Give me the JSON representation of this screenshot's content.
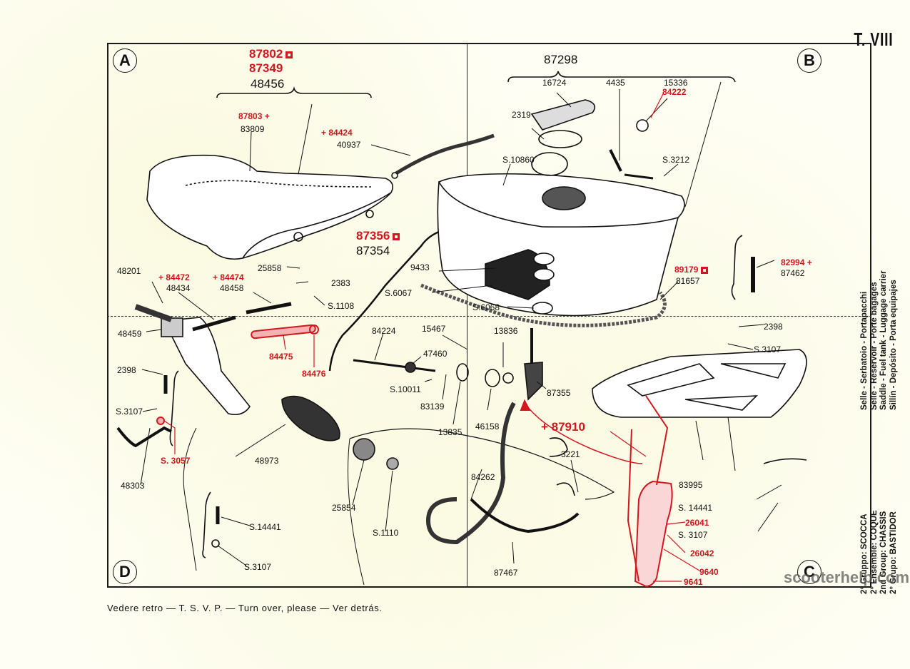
{
  "plate": {
    "title": "T. VIII",
    "footer_note": "Vedere retro — T. S. V. P. — Turn over, please — Ver detrás.",
    "watermark": "scooterhelp.com",
    "group_lines": [
      "2° Gruppo: SCOCCA",
      "2° Ensemble: COQUE",
      "2nd Group: CHASSIS",
      "2° Grupo: BASTIDOR"
    ],
    "section_lines": [
      "Selle - Serbatoio - Portapacchi",
      "Selle - Réservoir - Porte bagages",
      "Saddle - Fuel tank - Luggage carrier",
      "Sillín - Depósito - Porta equipajes"
    ]
  },
  "quadrants": {
    "a": "A",
    "b": "B",
    "c": "C",
    "d": "D"
  },
  "colors": {
    "ink": "#111111",
    "red": "#d4161e",
    "paper": "#fefef4"
  },
  "legend_markers": {
    "square": "red-square-marker",
    "plus": "+"
  },
  "parts": {
    "saddle_group": {
      "red1": "87802",
      "red2": "87349",
      "main": "48456"
    },
    "saddle_cover": {
      "red": "87803 +",
      "main": "83809"
    },
    "saddle_strap": {
      "red": "+ 84424",
      "main": "40937"
    },
    "tank_group": {
      "red": "87356",
      "main": "87354"
    },
    "cap_group": "87298",
    "p16724": "16724",
    "p4435": "4435",
    "p15336": "15336",
    "p84222": "84222",
    "p2319": "2319",
    "s10860": "S.10860",
    "s3212": "S.3212",
    "p9433": "9433",
    "s6067": "S.6067",
    "s6068": "S.6068",
    "p81657": {
      "red": "89179",
      "main": "81657"
    },
    "p87462": {
      "red": "82994 +",
      "main": "87462"
    },
    "p48201": "48201",
    "p48434": {
      "red": "+ 84472",
      "main": "48434"
    },
    "p48458": {
      "red": "+ 84474",
      "main": "48458"
    },
    "p25858": "25858",
    "p2383": "2383",
    "s1108": "S.1108",
    "p48459": "48459",
    "p84475": "84475",
    "p84476": "84476",
    "p84224": "84224",
    "p15467": "15467",
    "p47460": "47460",
    "p13836": "13836",
    "s10011": "S.10011",
    "p83139": "83139",
    "p13835": "13835",
    "p46158": "46158",
    "p87355": "87355",
    "p87910": "+ 87910",
    "p2398a": "2398",
    "s3107a": "S.3107",
    "s3057": "S. 3057",
    "p48303": "48303",
    "p48973": "48973",
    "p25854": "25854",
    "s1110": "S.1110",
    "p84262": "84262",
    "p3221": "3221",
    "p87467": "87467",
    "s14441a": "S.14441",
    "s3107b": "S.3107",
    "p2398b": "2398",
    "s3107c": "S.3107",
    "p83995": "83995",
    "s14441b": "S. 14441",
    "s3107d": "S. 3107",
    "p26041": "26041",
    "p26042": "26042",
    "p9640": "9640",
    "p9641": "9641"
  }
}
